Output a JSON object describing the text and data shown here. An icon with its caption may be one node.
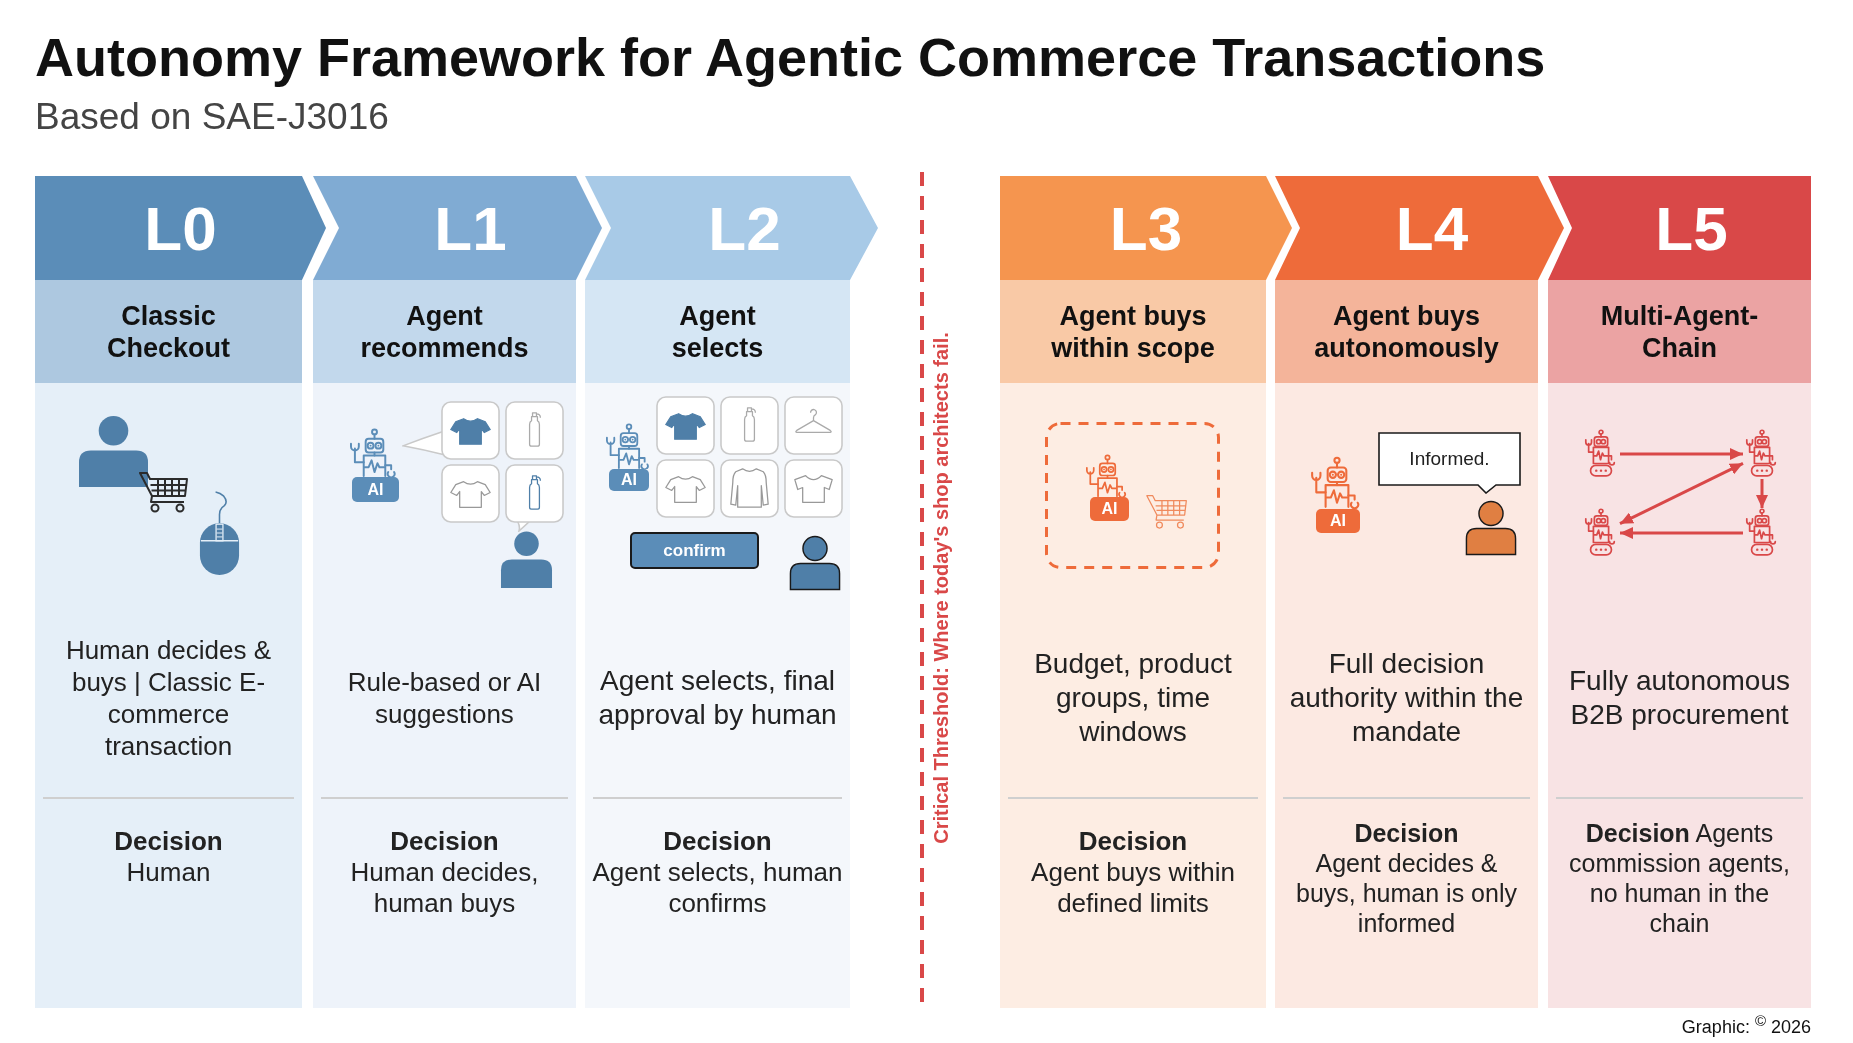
{
  "diagram": {
    "title": "Autonomy Framework for Agentic Commerce Transactions",
    "nodes": [
      {
        "text": [
          "L0"
        ]
      },
      {
        "text": [
          "Classic Checkout"
        ]
      },
      {
        "text": [
          "Human decides & buys | Classic E-commerce transaction",
          "Decision",
          "Human"
        ]
      },
      {
        "text": [
          "L1"
        ]
      },
      {
        "text": [
          "Agent recommends"
        ]
      },
      {
        "text": [
          "Rule-based or AI suggestions",
          "Decision",
          "Human decides, human buys"
        ]
      },
      {
        "text": [
          "AI"
        ],
        "in": 5
      },
      {
        "text": [
          "L2"
        ]
      },
      {
        "text": [
          "Agent selects"
        ]
      },
      {
        "text": [
          "Agent selects, final approval by human",
          "Decision",
          "Agent selects, human confirms"
        ]
      },
      {
        "text": [
          "AI"
        ],
        "in": 9
      },
      {
        "text": [
          "confirm"
        ],
        "in": 9
      },
      {
        "text": [
          "L3"
        ]
      },
      {
        "text": [
          "Agent buys within scope"
        ]
      },
      {
        "text": [
          "Budget, product groups, time windows",
          "Decision",
          "Agent buys within defined limits"
        ]
      },
      {
        "text": [
          "AI"
        ],
        "in": 14
      },
      {
        "text": [
          "L4"
        ]
      },
      {
        "text": [
          "Agent buys autonomously"
        ]
      },
      {
        "text": [
          "Full decision authority within the mandate",
          "Decision",
          "Agent decides & buys, human is only informed"
        ]
      },
      {
        "text": [
          "AI"
        ],
        "in": 18
      },
      {
        "text": [
          "Informed."
        ],
        "in": 18
      },
      {
        "text": [
          "L5"
        ]
      },
      {
        "text": [
          "Multi-Agent-Chain"
        ]
      },
      {
        "text": [
          "Fully autonomous B2B procurement",
          "**Decision** Agents commission agents, no human in the chain"
        ]
      },
      {
        "text": [],
        "shape": "picture",
        "in": 23
      },
      {
        "text": [],
        "shape": "picture",
        "in": 23
      },
      {
        "text": [],
        "shape": "picture",
        "in": 23
      },
      {
        "text": [],
        "shape": "picture",
        "in": 23
      }
    ],
    "edges": [
      {
        "from": 24,
        "to": 25,
        "arrow": "to"
      },
      {
        "from": 25,
        "to": 26,
        "arrow": "both"
      },
      {
        "from": 25,
        "to": 27,
        "arrow": "to"
      },
      {
        "from": 27,
        "to": 26,
        "arrow": "to"
      }
    ],
    "labels": [
      "Based on SAE-J3016",
      "Critical Threshold: Where today's shop architects fail.",
      "Graphic: $^{©}$ 2026"
    ]
  }
}
